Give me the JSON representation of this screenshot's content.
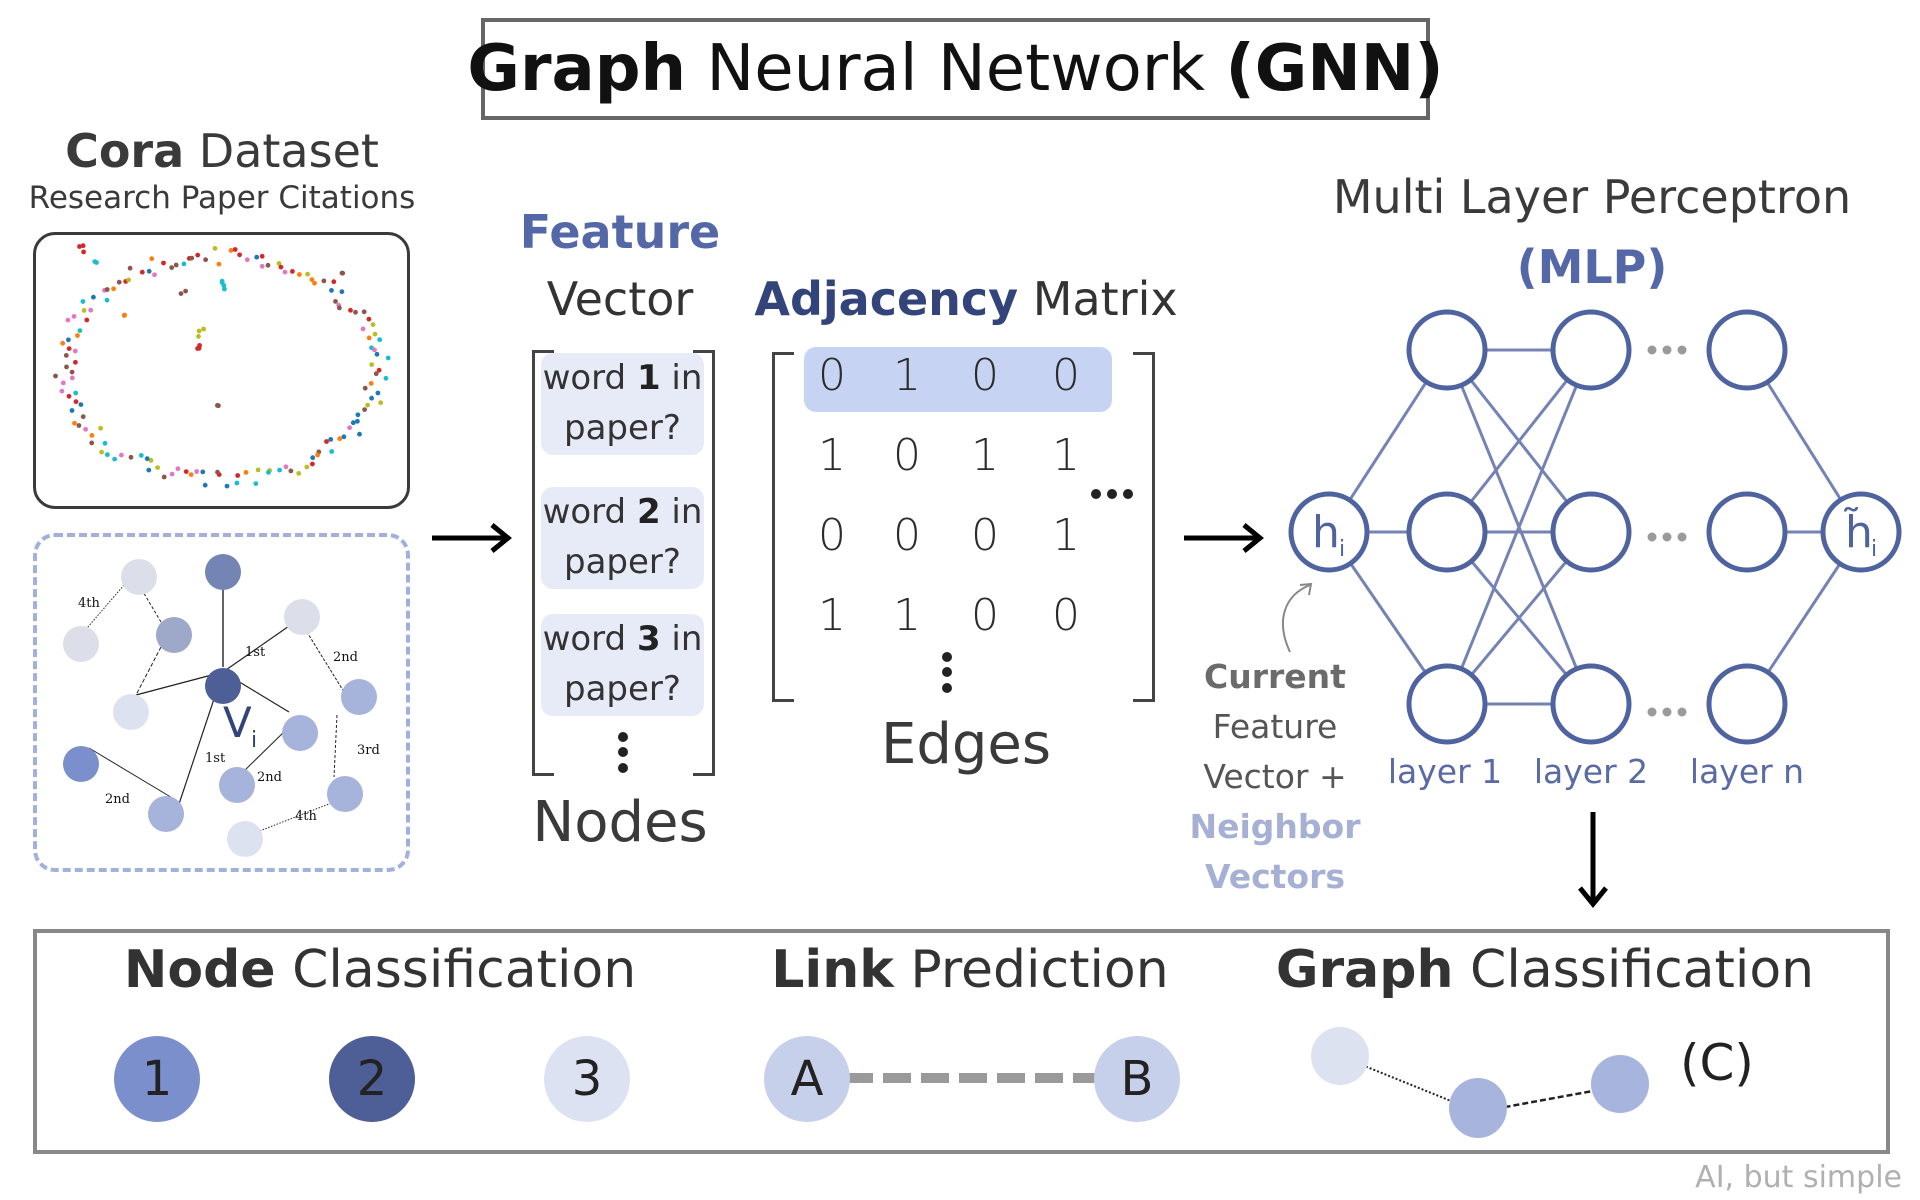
{
  "title": {
    "bold": "Graph",
    "regular": " Neural Network ",
    "abbr": "(GNN)"
  },
  "cora": {
    "title_bold": "Cora",
    "title_regular": " Dataset",
    "subtitle": "Research Paper Citations"
  },
  "neighborhood_graph": {
    "center_label": "V",
    "center_sub": "i",
    "edge_labels": [
      "4th",
      "1st",
      "2nd",
      "1st",
      "2nd",
      "3rd",
      "2nd",
      "4th"
    ]
  },
  "feature_vector": {
    "title_bold": "Feature",
    "title_regular": "Vector",
    "cells": [
      {
        "pre": "word ",
        "num": "1",
        "post": " in",
        "line2": "paper?"
      },
      {
        "pre": "word ",
        "num": "2",
        "post": " in",
        "line2": "paper?"
      },
      {
        "pre": "word ",
        "num": "3",
        "post": " in",
        "line2": "paper?"
      }
    ],
    "ellipsis": "⋮",
    "axis_label": "Nodes"
  },
  "adjacency_matrix": {
    "title_bold": "Adjacency",
    "title_regular": " Matrix",
    "rows": [
      [
        "0",
        "1",
        "0",
        "0"
      ],
      [
        "1",
        "0",
        "1",
        "1"
      ],
      [
        "0",
        "0",
        "0",
        "1"
      ],
      [
        "1",
        "1",
        "0",
        "0"
      ]
    ],
    "highlight_row": 0,
    "h_ellipsis": "•••",
    "v_ellipsis": "⋮",
    "axis_label": "Edges"
  },
  "mlp": {
    "title": "Multi Layer Perceptron",
    "abbr": "(MLP)",
    "input_label": "h",
    "input_sub": "i",
    "output_label": "h̃",
    "output_sub": "i",
    "layers": [
      "layer 1",
      "layer 2",
      "layer n"
    ],
    "ellipsis": "•••",
    "annotation": {
      "line1": "Current",
      "line2": "Feature",
      "line3": "Vector +",
      "line4": "Neighbor",
      "line5": "Vectors"
    }
  },
  "tasks": {
    "node_classification": {
      "bold": "Node",
      "regular": " Classification",
      "nodes": [
        "1",
        "2",
        "3"
      ]
    },
    "link_prediction": {
      "bold": "Link",
      "regular": " Prediction",
      "nodes": [
        "A",
        "B"
      ]
    },
    "graph_classification": {
      "bold": "Graph",
      "regular": " Classification",
      "label": "(C)"
    }
  },
  "watermark": "AI, but simple",
  "colors": {
    "accent": "#5468a8",
    "accent_dark": "#33447a",
    "node_blue": "#7b8fcc",
    "node_dark": "#4e5f98",
    "node_light": "#dde2f3",
    "node_ab": "#c6d0ea",
    "highlight": "#c6d3f2"
  }
}
